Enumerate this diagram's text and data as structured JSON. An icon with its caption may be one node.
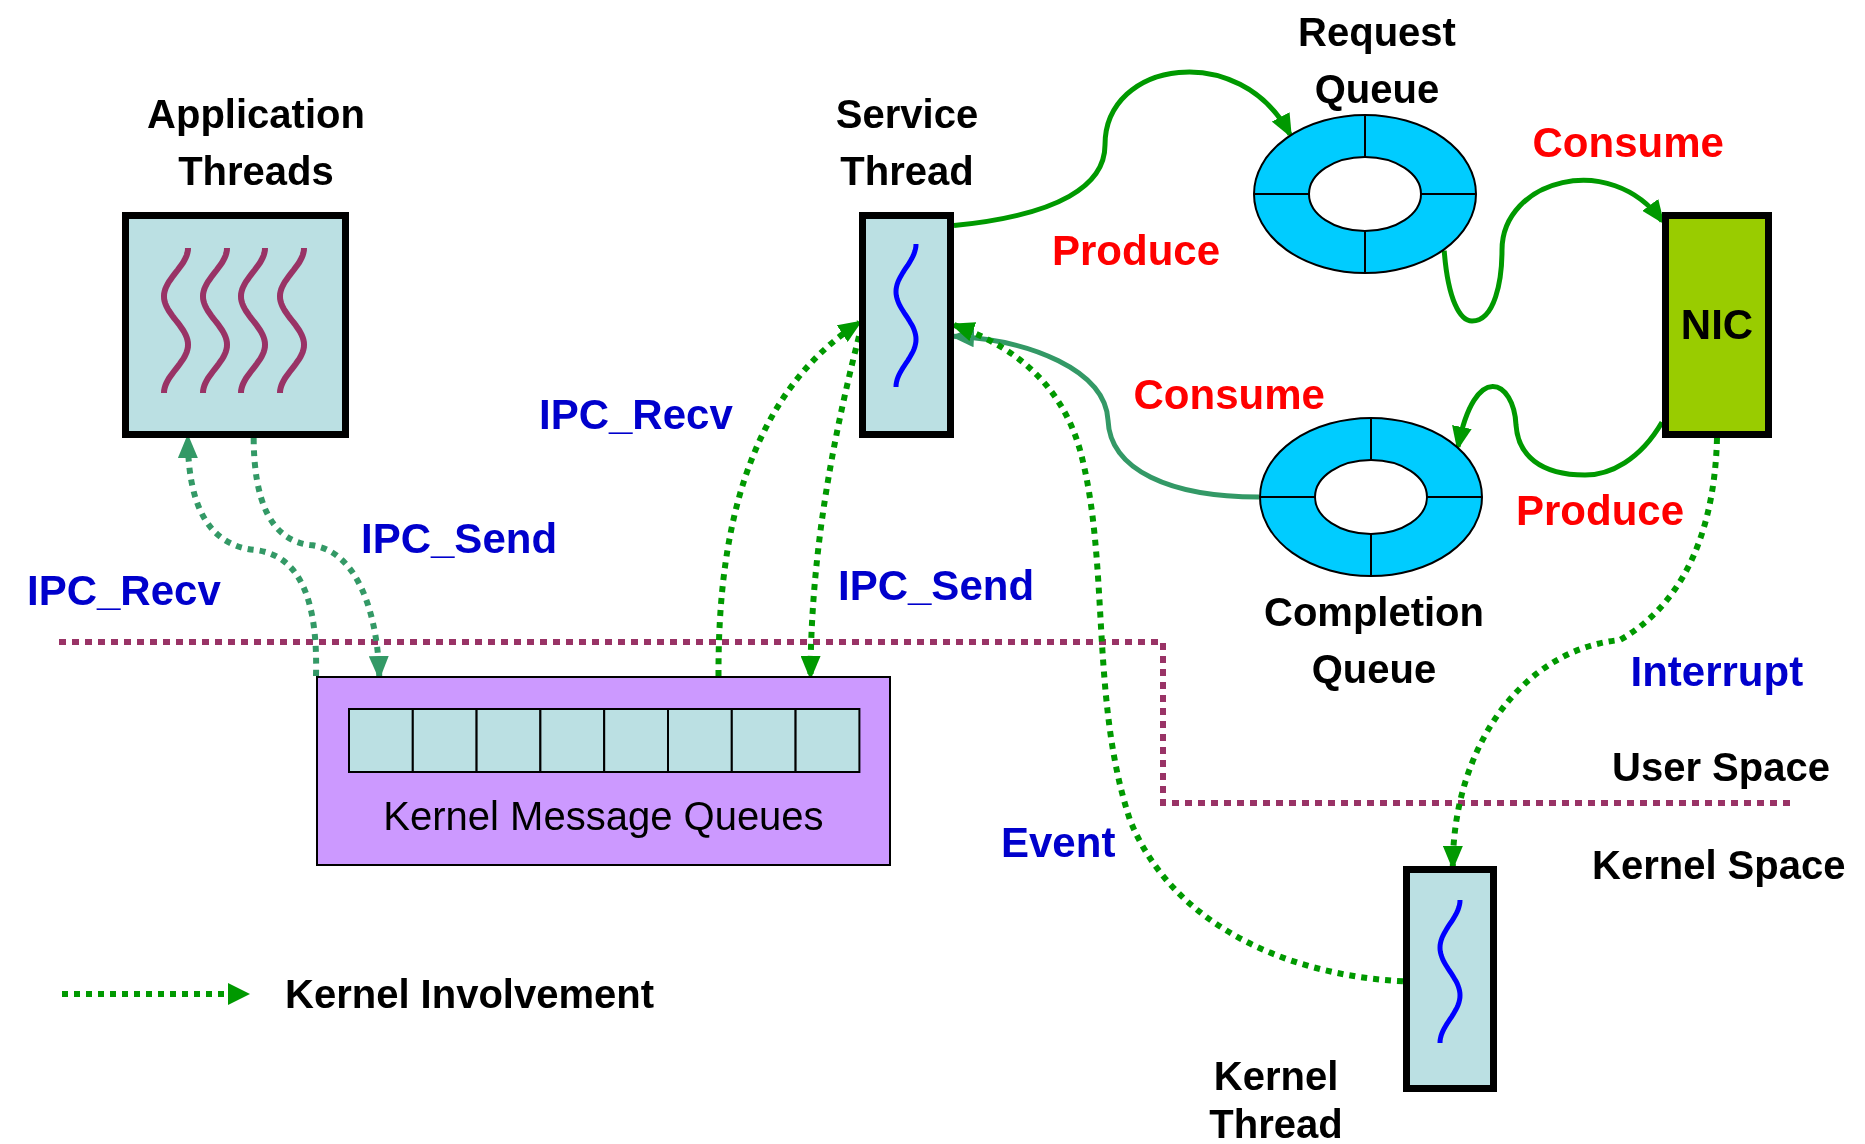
{
  "diagram": {
    "nodes": [
      {
        "text": [
          "Application Threads"
        ]
      },
      {
        "text": [
          "Service Thread"
        ]
      },
      {
        "text": [
          "Request Queue"
        ]
      },
      {
        "text": [
          "NIC"
        ]
      },
      {
        "text": [
          "Completion Queue"
        ]
      },
      {
        "text": [
          "Kernel Message Queues"
        ]
      },
      {
        "text": [
          "Kernel Thread"
        ]
      }
    ],
    "edges": [
      {
        "from": 1,
        "to": 2,
        "arrow": "to",
        "label": "Produce"
      },
      {
        "from": 2,
        "to": 3,
        "arrow": "to",
        "label": "Consume"
      },
      {
        "from": 3,
        "to": 4,
        "arrow": "to",
        "label": "Produce"
      },
      {
        "from": 4,
        "to": 1,
        "arrow": "to",
        "label": "Consume",
        "color": "#339966"
      },
      {
        "from": 0,
        "to": 5,
        "arrow": "to",
        "label": "IPC_Send",
        "style": "dashed",
        "color": "#339966"
      },
      {
        "from": 5,
        "to": 0,
        "arrow": "to",
        "label": "IPC_Recv",
        "style": "dashed",
        "color": "#339966"
      },
      {
        "from": 5,
        "to": 1,
        "arrow": "to",
        "label": "IPC_Recv",
        "style": "dashed"
      },
      {
        "from": 1,
        "to": 5,
        "arrow": "to",
        "label": "IPC_Send",
        "style": "dashed"
      },
      {
        "from": 6,
        "to": 1,
        "arrow": "to",
        "label": "Event",
        "style": "dashed"
      },
      {
        "from": 3,
        "to": 6,
        "arrow": "to",
        "label": "Interrupt",
        "style": "dashed"
      }
    ],
    "labels": [
      "User Space",
      "Kernel Space"
    ],
    "legend": [
      {
        "text": "Kernel Involvement"
      }
    ]
  }
}
